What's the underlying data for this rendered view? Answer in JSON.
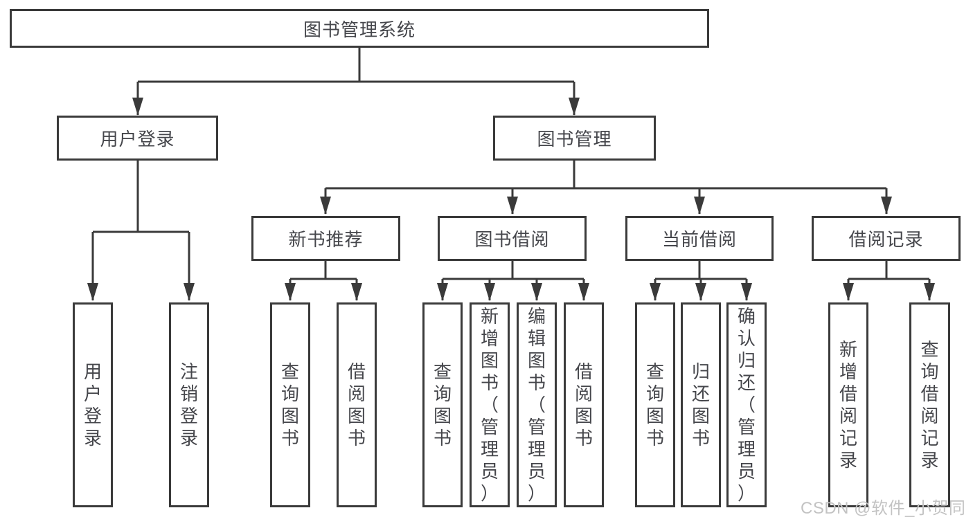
{
  "diagram_title": "图书管理系统",
  "tree": {
    "label": "图书管理系统",
    "children": [
      {
        "label": "用户登录",
        "children": [
          {
            "label": "用户登录"
          },
          {
            "label": "注销登录"
          }
        ]
      },
      {
        "label": "图书管理",
        "children": [
          {
            "label": "新书推荐",
            "children": [
              {
                "label": "查询图书"
              },
              {
                "label": "借阅图书"
              }
            ]
          },
          {
            "label": "图书借阅",
            "children": [
              {
                "label": "查询图书"
              },
              {
                "label": "新增图书（管理员）"
              },
              {
                "label": "编辑图书（管理员）"
              },
              {
                "label": "借阅图书"
              }
            ]
          },
          {
            "label": "当前借阅",
            "children": [
              {
                "label": "查询图书"
              },
              {
                "label": "归还图书"
              },
              {
                "label": "确认归还（管理员）"
              }
            ]
          },
          {
            "label": "借阅记录",
            "children": [
              {
                "label": "新增借阅记录"
              },
              {
                "label": "查询借阅记录"
              }
            ]
          }
        ]
      }
    ]
  },
  "watermark": "CSDN @软件_小贺同学",
  "colors": {
    "line": "#3a3a3a",
    "text": "#45464b",
    "watermark": "#c3c3c3",
    "background": "#ffffff"
  }
}
